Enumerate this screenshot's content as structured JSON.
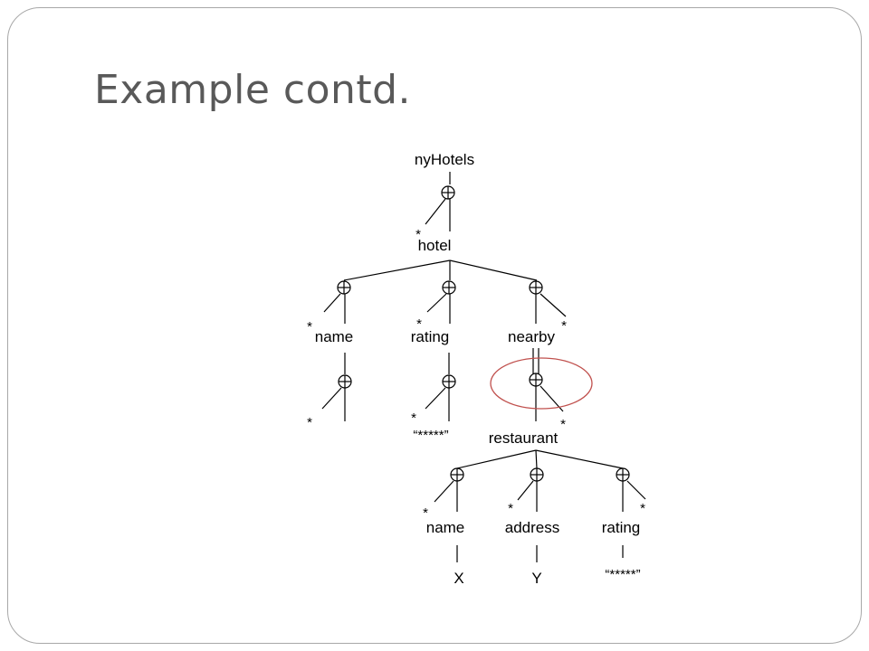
{
  "title": "Example contd.",
  "colors": {
    "highlight": "#c0504d",
    "title": "#595959",
    "frame": "#a8a8a8"
  },
  "labels": {
    "root": "nyHotels",
    "hotel": "hotel",
    "hotel_name": "name",
    "hotel_rating": "rating",
    "nearby": "nearby",
    "hotel_rating_value": "“*****”",
    "restaurant": "restaurant",
    "restaurant_name": "name",
    "restaurant_address": "address",
    "restaurant_rating": "rating",
    "restaurant_name_value": "X",
    "restaurant_address_value": "Y",
    "restaurant_rating_value": "“*****”"
  },
  "wildcard": "*"
}
